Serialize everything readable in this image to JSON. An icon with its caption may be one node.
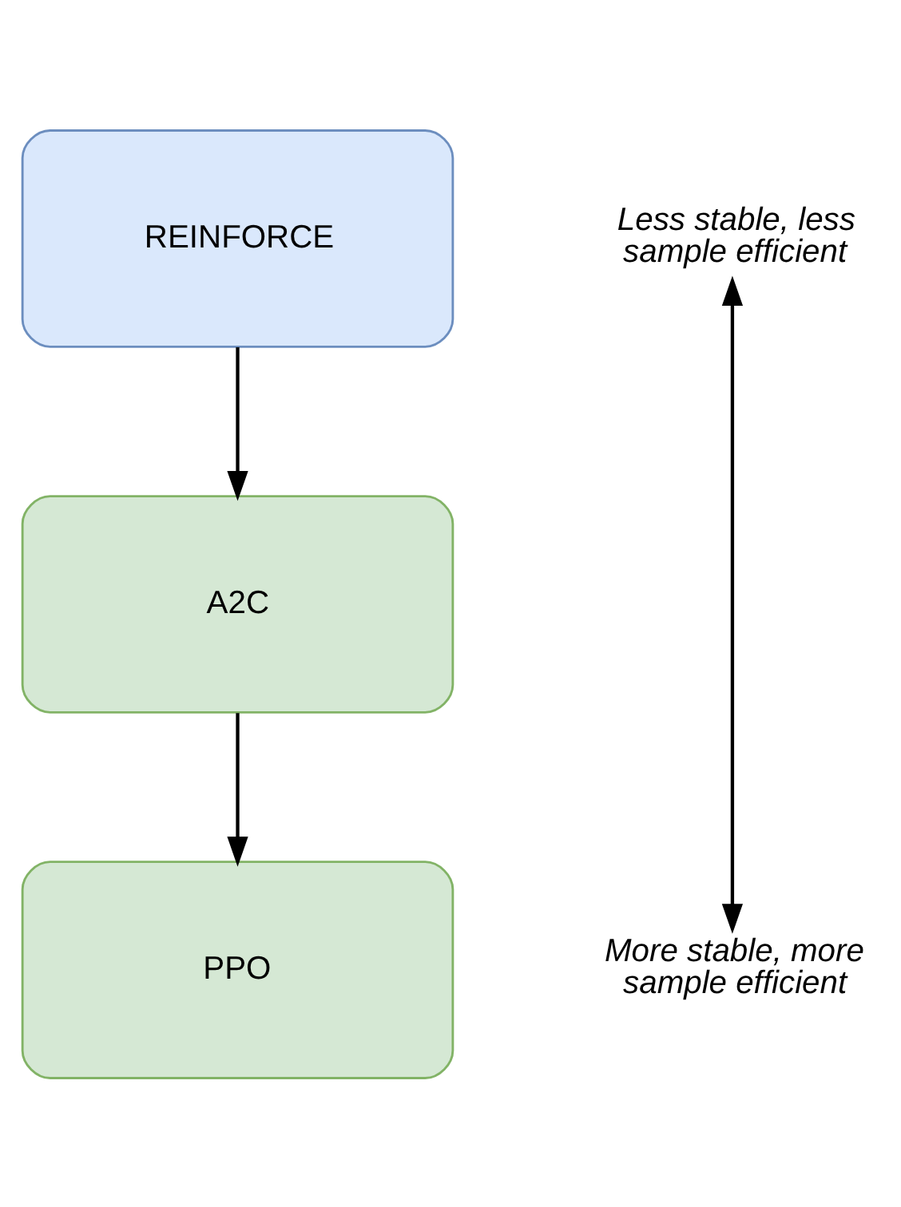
{
  "diagram": {
    "nodes": [
      {
        "text": [
          "REINFORCE"
        ]
      },
      {
        "text": [
          "A2C"
        ]
      },
      {
        "text": [
          "PPO"
        ]
      },
      {
        "text": [
          "Less stable, less sample efficient"
        ]
      },
      {
        "text": [
          "More stable, more sample efficient"
        ]
      }
    ],
    "edges": [
      {
        "from": 0,
        "to": 1,
        "arrow": "to"
      },
      {
        "from": 1,
        "to": 2,
        "arrow": "to"
      },
      {
        "from": 3,
        "to": 4,
        "arrow": "both"
      }
    ]
  }
}
